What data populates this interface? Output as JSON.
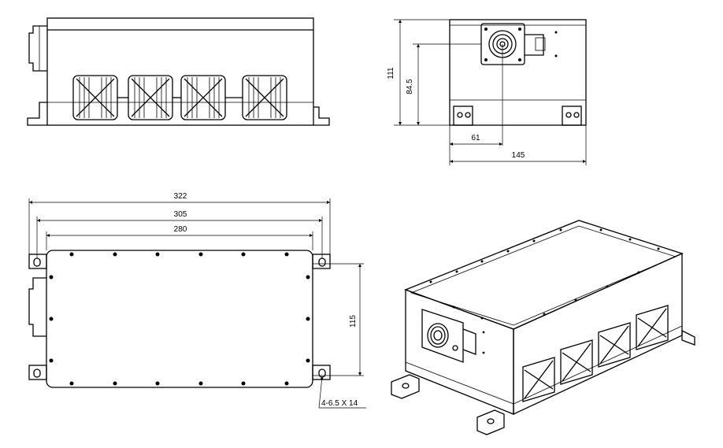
{
  "drawing": {
    "views": [
      "front-view",
      "side-view",
      "top-view",
      "isometric-view"
    ],
    "dimensions": {
      "side_height_total": "111",
      "side_height_connector": "84.5",
      "side_width_connector": "61",
      "side_width_total": "145",
      "top_length_overall": "322",
      "top_length_mount": "305",
      "top_length_body": "280",
      "top_depth": "115",
      "hole_callout": "4-6.5 X 14"
    }
  }
}
